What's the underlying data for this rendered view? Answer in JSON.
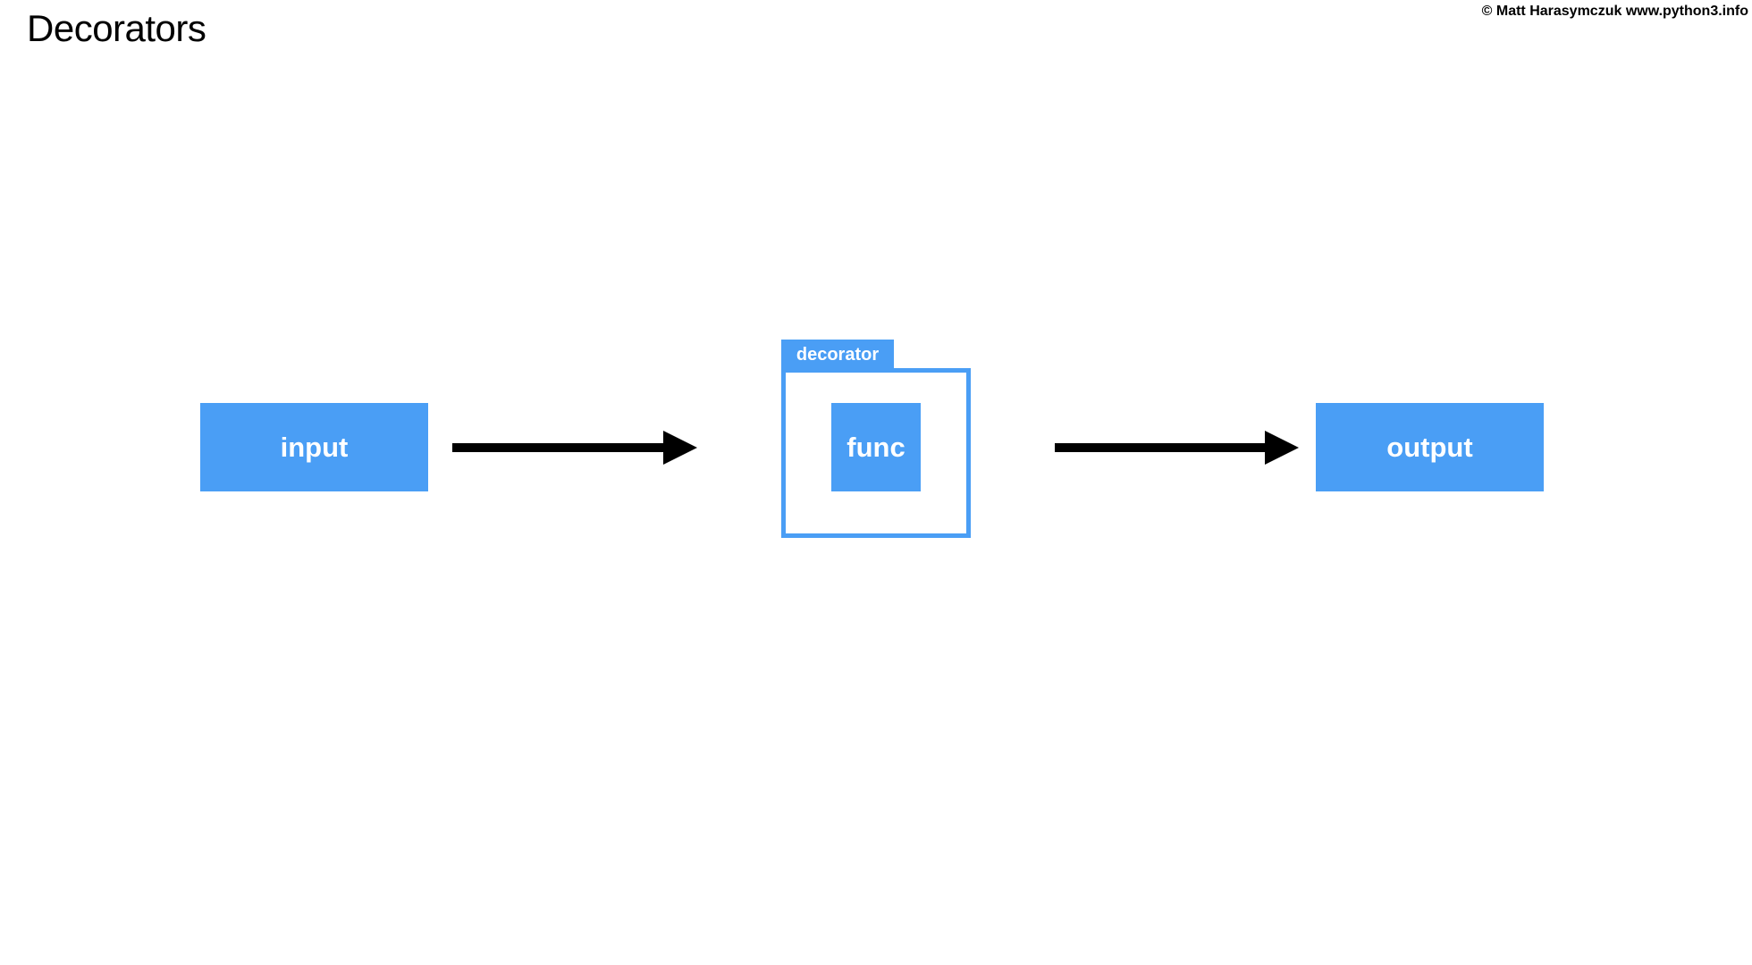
{
  "title": "Decorators",
  "copyright": "© Matt Harasymczuk www.python3.info",
  "diagram": {
    "input_label": "input",
    "decorator_label": "decorator",
    "func_label": "func",
    "output_label": "output"
  },
  "colors": {
    "box": "#4a9ef5",
    "box_text": "#ffffff",
    "arrow": "#000000"
  }
}
